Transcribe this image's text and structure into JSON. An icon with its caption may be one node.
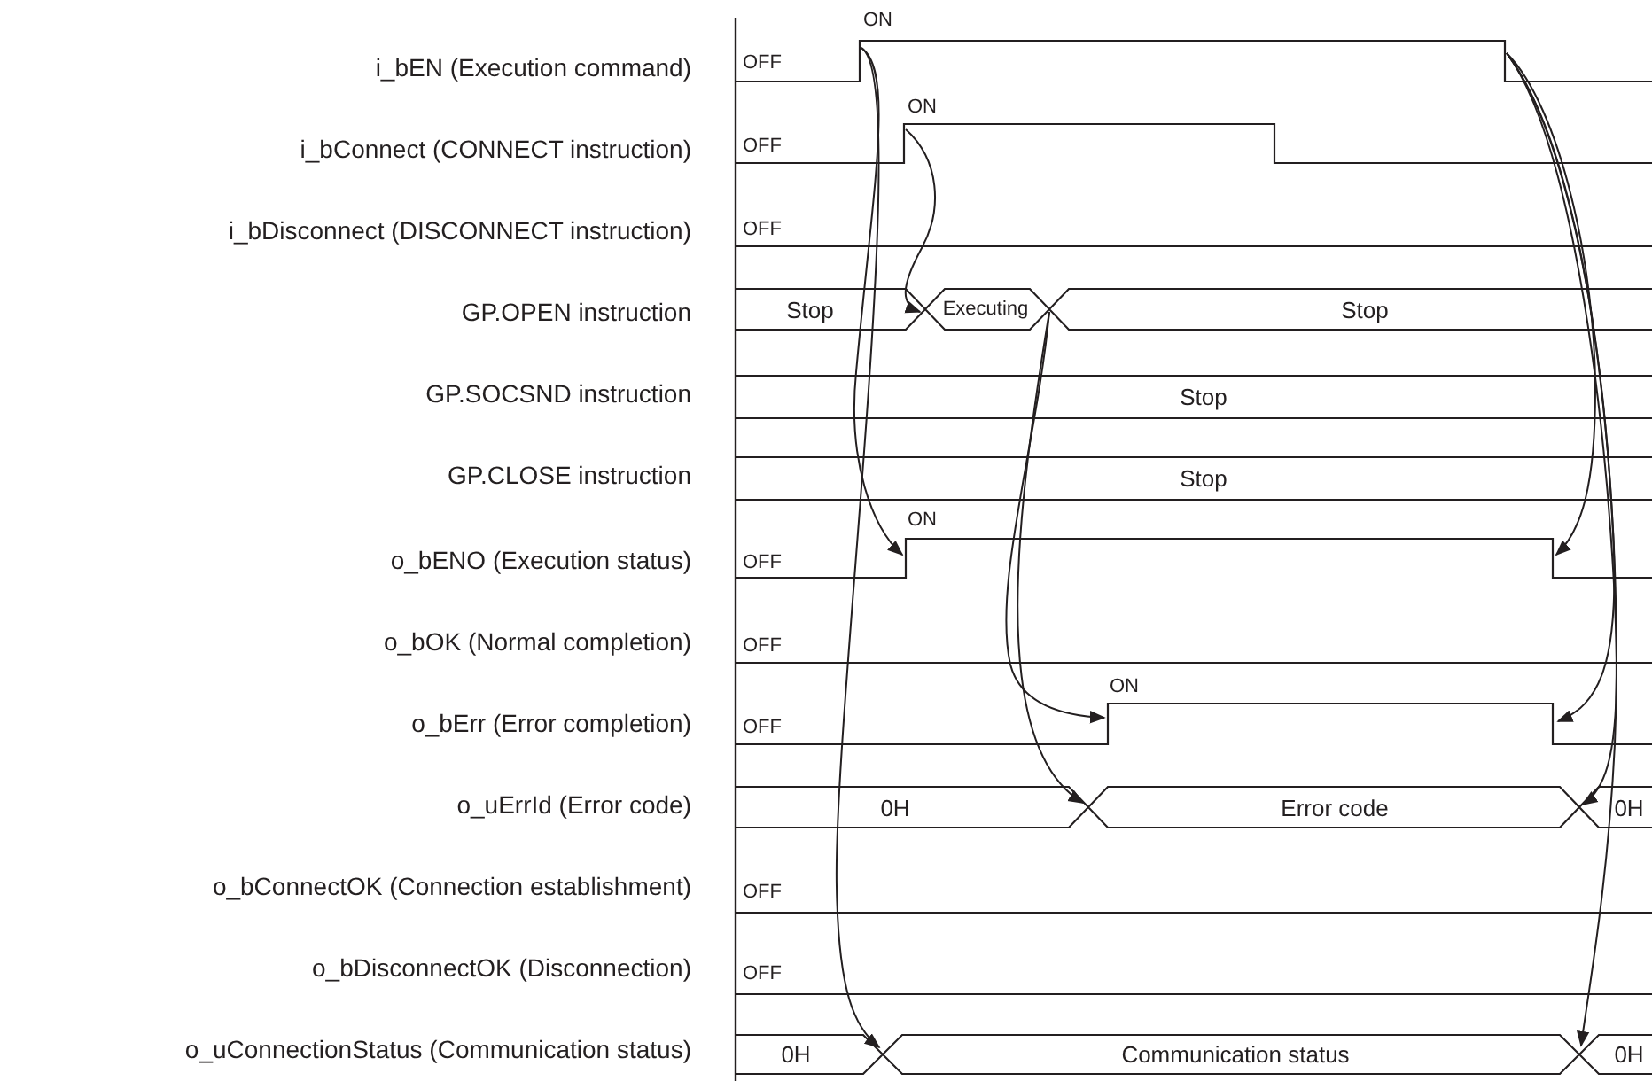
{
  "diagram": {
    "labels": [
      "i_bEN (Execution command)",
      "ON",
      "OFF",
      "i_bConnect (CONNECT instruction)",
      "ON",
      "OFF",
      "i_bDisconnect (DISCONNECT instruction)",
      "OFF",
      "GP.OPEN instruction",
      "Stop",
      "Executing",
      "Stop",
      "GP.SOCSND instruction",
      "Stop",
      "GP.CLOSE instruction",
      "Stop",
      "o_bENO (Execution status)",
      "ON",
      "OFF",
      "o_bOK (Normal completion)",
      "OFF",
      "o_bErr (Error completion)",
      "ON",
      "OFF",
      "o_uErrId (Error code)",
      "0H",
      "Error code",
      "0H",
      "o_bConnectOK (Connection establishment)",
      "OFF",
      "o_bDisconnectOK (Disconnection)",
      "OFF",
      "o_uConnectionStatus (Communication status)",
      "0H",
      "Communication status",
      "0H"
    ]
  }
}
